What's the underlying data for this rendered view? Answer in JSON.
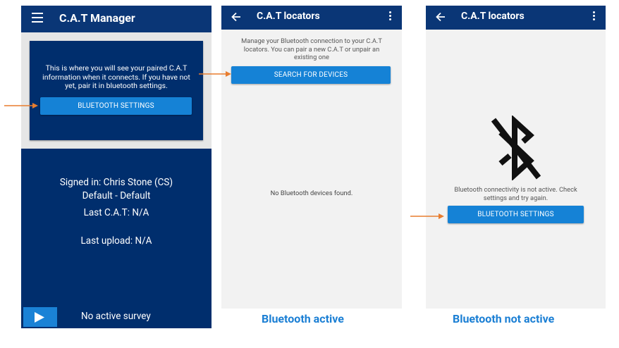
{
  "screen1": {
    "title": "C.A.T Manager",
    "card_text": "This is where you will see your paired C.A.T information when it connects. If you have not yet, pair it in bluetooth settings.",
    "button_label": "BLUETOOTH SETTINGS",
    "signed_in": "Signed in: Chris Stone (CS)",
    "profile": "Default - Default",
    "last_cat": "Last C.A.T: N/A",
    "last_upload": "Last upload: N/A",
    "survey_status": "No active survey"
  },
  "screen2": {
    "title": "C.A.T locators",
    "description": "Manage your Bluetooth connection to your C.A.T locators. You can pair a new C.A.T or unpair an existing one",
    "button_label": "SEARCH FOR DEVICES",
    "empty_text": "No Bluetooth devices found.",
    "caption": "Bluetooth active"
  },
  "screen3": {
    "title": "C.A.T locators",
    "message": "Bluetooth connectivity is not active. Check settings and try again.",
    "button_label": "BLUETOOTH SETTINGS",
    "caption": "Bluetooth not active"
  },
  "icons": {
    "menu": "menu-icon",
    "back": "back-arrow-icon",
    "more": "more-vert-icon",
    "bluetooth_disabled": "bluetooth-disabled-icon",
    "play": "play-icon",
    "callout": "callout-arrow-icon"
  },
  "colors": {
    "app_bar": "#0a3676",
    "dark_background": "#002e6d",
    "button": "#1582d6",
    "caption": "#1b7fd4",
    "arrow": "#e87d2f"
  }
}
